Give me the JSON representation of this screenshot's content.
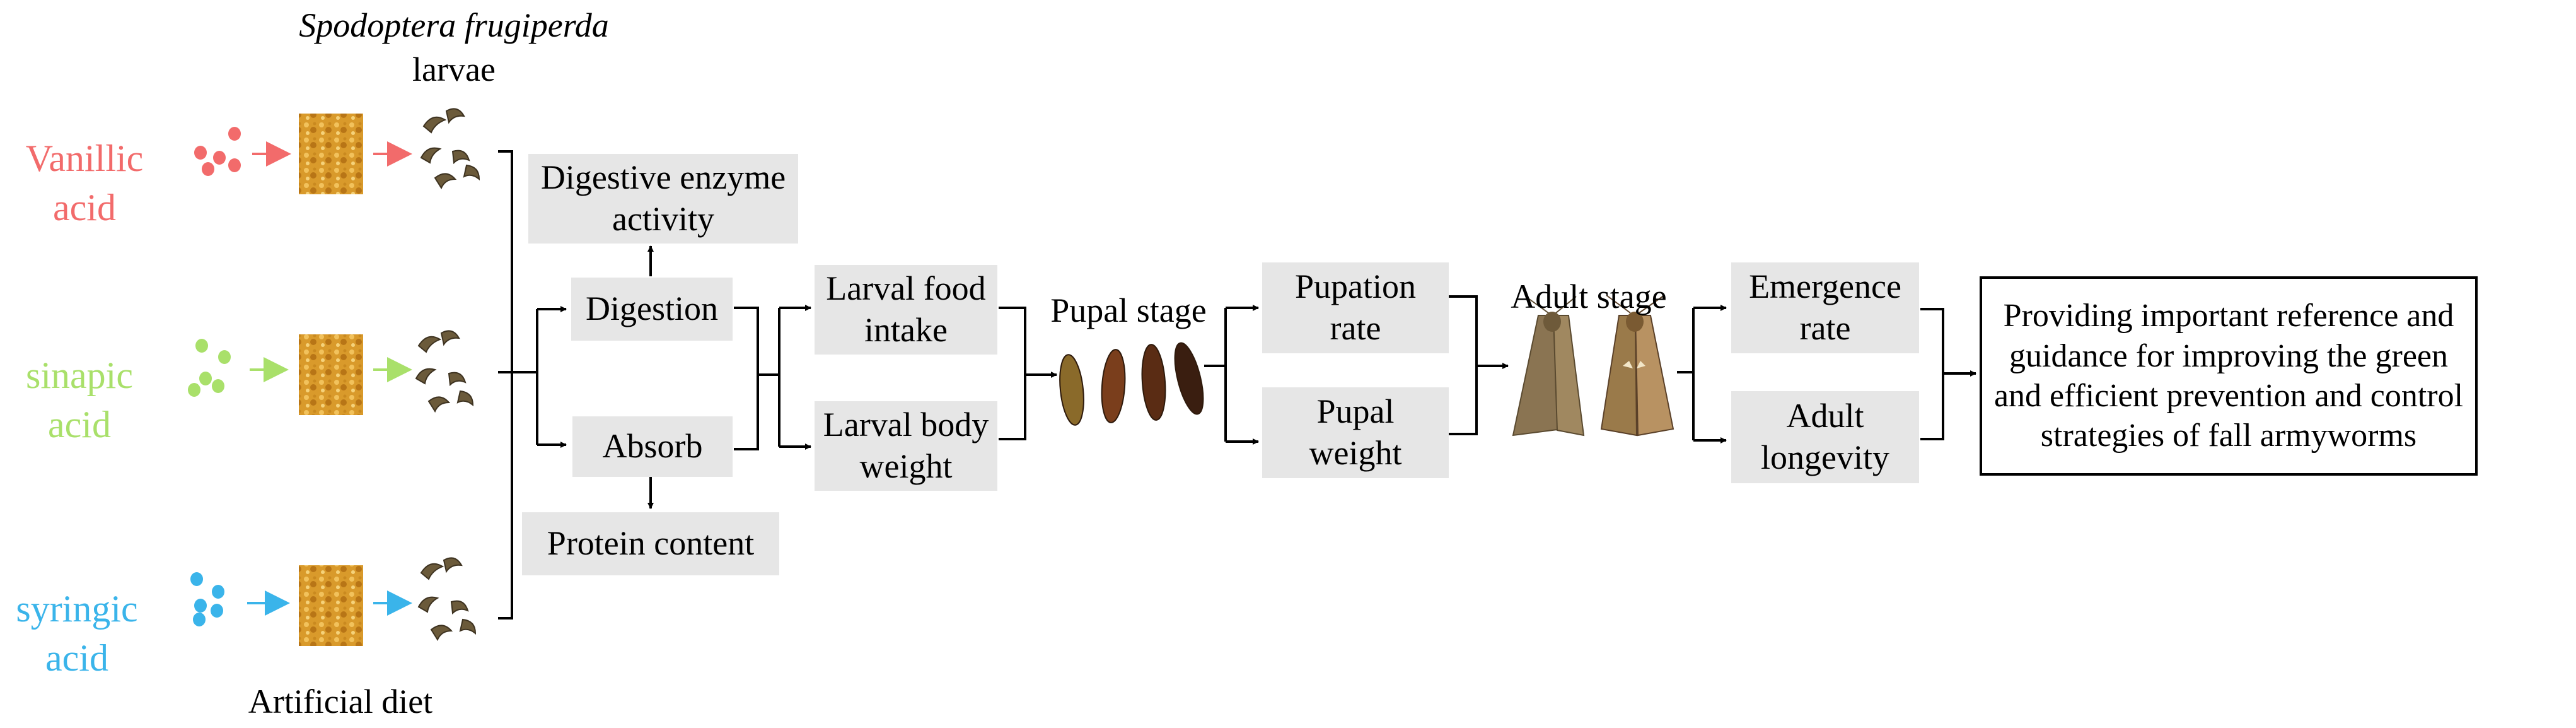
{
  "title": {
    "species": "Spodoptera frugiperda",
    "stage": "larvae",
    "diet": "Artificial diet"
  },
  "acids": [
    {
      "line1": "Vanillic",
      "line2": "acid",
      "color": "#f26b6b"
    },
    {
      "line1": "sinapic",
      "line2": "acid",
      "color": "#a9e06a"
    },
    {
      "line1": "syringic",
      "line2": "acid",
      "color": "#3ab4ea"
    }
  ],
  "boxes": {
    "digestive_enzyme": {
      "line1": "Digestive enzyme",
      "line2": "activity"
    },
    "digestion": "Digestion",
    "absorb": "Absorb",
    "protein_content": "Protein content",
    "larval_food": {
      "line1": "Larval food",
      "line2": "intake"
    },
    "larval_body": {
      "line1": "Larval body",
      "line2": "weight"
    },
    "pupation_rate": {
      "line1": "Pupation",
      "line2": "rate"
    },
    "pupal_weight": {
      "line1": "Pupal",
      "line2": "weight"
    },
    "emergence_rate": {
      "line1": "Emergence",
      "line2": "rate"
    },
    "adult_longevity": {
      "line1": "Adult",
      "line2": "longevity"
    }
  },
  "stages": {
    "pupal": "Pupal stage",
    "adult": "Adult stage"
  },
  "conclusion": {
    "line1": "Providing important reference and",
    "line2": "guidance for improving the green",
    "line3": "and efficient prevention and control",
    "line4": "strategies of fall armyworms"
  },
  "colors": {
    "box_fill": "#e6e6e6",
    "diet_block": "#d99a2b",
    "larva": "#6b5a3a",
    "pupa": "#6b3b1e",
    "moth": "#8a7452"
  }
}
